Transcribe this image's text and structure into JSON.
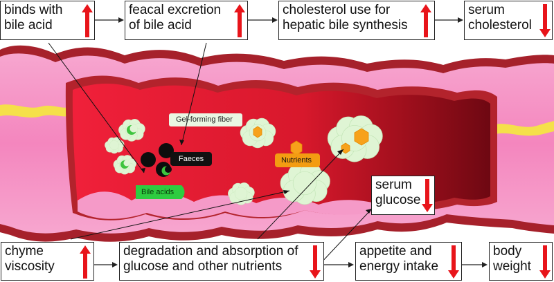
{
  "top_boxes": [
    {
      "line1": "binds with",
      "line2": "bile acid",
      "arrow": "up"
    },
    {
      "line1": "feacal excretion",
      "line2": "of bile acid",
      "arrow": "up"
    },
    {
      "line1": "cholesterol use for",
      "line2": "hepatic bile synthesis",
      "arrow": "up"
    },
    {
      "line1": "serum",
      "line2": "cholesterol",
      "arrow": "down"
    }
  ],
  "serum_glucose": {
    "line1": "serum",
    "line2": "glucose",
    "arrow": "down"
  },
  "bottom_boxes": [
    {
      "line1": "chyme",
      "line2": "viscosity",
      "arrow": "up"
    },
    {
      "line1": "degradation and absorption of",
      "line2": "glucose and other nutrients",
      "arrow": "down"
    },
    {
      "line1": "appetite and",
      "line2": "energy intake",
      "arrow": "down"
    },
    {
      "line1": "body",
      "line2": "weight",
      "arrow": "down"
    }
  ],
  "labels": {
    "gel_fiber": "Gel-forming fiber",
    "faeces": "Faeces",
    "nutrients": "Nutrients",
    "bile_acids": "Bile acids"
  },
  "colors": {
    "up_arrow": "#e8141a",
    "down_arrow": "#e8141a",
    "intestine_outer": "#b0262c",
    "intestine_pink": "#f48fc0",
    "lumen": "#e51e32",
    "fiber_cloud": "#dff5d4",
    "nutrient_hex": "#f7a21b",
    "faeces_label_bg": "#111111",
    "nutrients_label_bg": "#f39c12",
    "bile_label_bg": "#2ecc40"
  }
}
